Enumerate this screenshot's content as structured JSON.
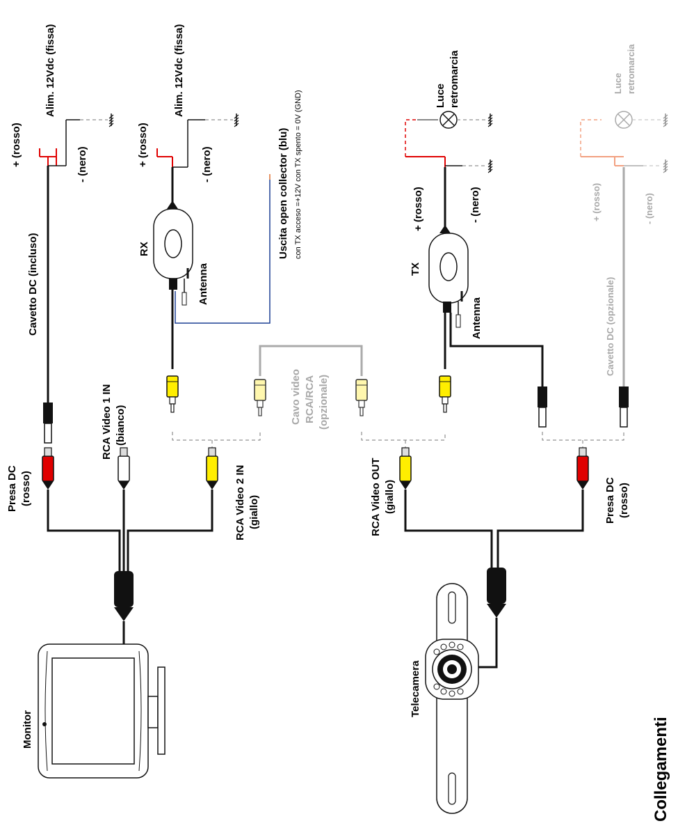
{
  "title": "Collegamenti",
  "labels": {
    "monitor": "Monitor",
    "telecamera": "Telecamera",
    "presa_dc_monitor": [
      "Presa DC",
      "(rosso)"
    ],
    "rca_video1_in": [
      "RCA Video 1 IN",
      "(bianco)"
    ],
    "rca_video2_in": [
      "RCA Video 2 IN",
      "(giallo)"
    ],
    "rca_video_out": [
      "RCA Video OUT",
      "(giallo)"
    ],
    "presa_dc_camera": [
      "Presa DC",
      "(rosso)"
    ],
    "cavetto_dc_incluso": "Cavetto DC (incluso)",
    "plus_rosso": "+ (rosso)",
    "minus_nero": "- (nero)",
    "alim_12v": "Alim. 12Vdc (fissa)",
    "rx": "RX",
    "tx": "TX",
    "antenna": "Antenna",
    "uscita_open_collector": "Uscita open collector (blu)",
    "uscita_note": "con TX acceso =+12V con TX spento = 0V (GND)",
    "cavo_video": [
      "Cavo video",
      "RCA/RCA",
      "(opzionale)"
    ],
    "luce_retromarcia": [
      "Luce",
      "retromarcia"
    ],
    "cavetto_dc_opzionale": "Cavetto DC (opzionale)"
  },
  "colors": {
    "red": "#e00000",
    "yellow": "#ffee00",
    "pale_yellow": "#fff6a0",
    "white": "#ffffff",
    "blue": "#1c3f94",
    "grey": "#aaaaaa",
    "light_red": "#f2a080",
    "black": "#111111"
  },
  "icons": [
    "ground-icon",
    "lamp-icon",
    "antenna-icon"
  ]
}
